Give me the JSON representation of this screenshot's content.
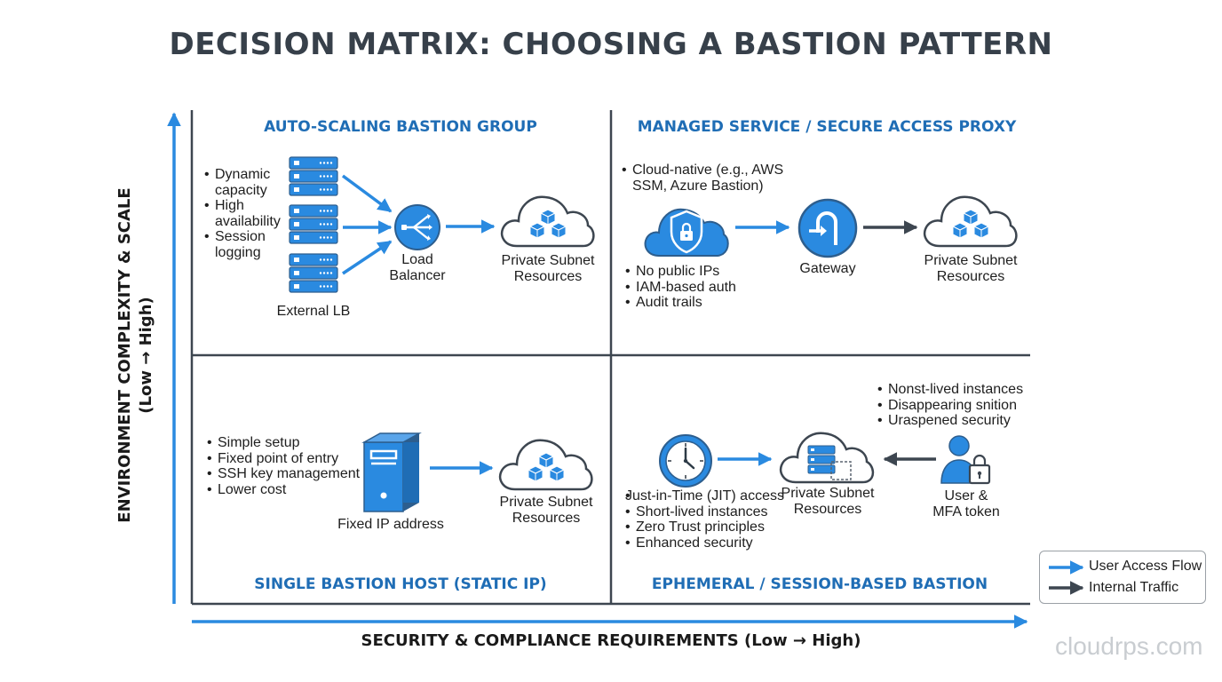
{
  "title": "DECISION MATRIX: CHOOSING A BASTION PATTERN",
  "axes": {
    "y_label_line1": "ENVIRONMENT COMPLEXITY & SCALE",
    "y_label_line2": "(Low → High)",
    "x_label": "SECURITY & COMPLIANCE REQUIREMENTS (Low → High)"
  },
  "quadrants": {
    "top_left": {
      "title": "AUTO-SCALING BASTION GROUP",
      "bullets": [
        "Dynamic\ncapacity",
        "High\navailability",
        "Session\nlogging"
      ],
      "server_label": "External LB",
      "lb_label": "Load\nBalancer",
      "resources_label": "Private Subnet\nResources"
    },
    "top_right": {
      "title": "MANAGED SERVICE / SECURE ACCESS PROXY",
      "bullets_top": [
        "Cloud-native (e.g., AWS\nSSM, Azure Bastion)"
      ],
      "bullets_bottom": [
        "No public IPs",
        "IAM-based auth",
        "Audit trails"
      ],
      "gateway_label": "Gateway",
      "resources_label": "Private Subnet\nResources"
    },
    "bottom_left": {
      "title": "SINGLE BASTION HOST (STATIC IP)",
      "bullets": [
        "Simple setup",
        "Fixed point of entry",
        "SSH key management",
        "Lower cost"
      ],
      "server_label": "Fixed IP address",
      "resources_label": "Private Subnet\nResources"
    },
    "bottom_right": {
      "title": "EPHEMERAL / SESSION-BASED BASTION",
      "bullets_top": [
        "Nonst-lived instances",
        "Disappearing snition",
        "Uraspened security"
      ],
      "bullets_bottom": [
        "Just-in-Time (JIT) access",
        "Short-lived instances",
        "Zero Trust principles",
        "Enhanced security"
      ],
      "resources_label": "Private Subnet\nResources",
      "user_label": "User &\nMFA token"
    }
  },
  "legend": {
    "items": [
      {
        "label": "User Access Flow",
        "color": "#2a8ae0"
      },
      {
        "label": "Internal Traffic",
        "color": "#3d4650"
      }
    ]
  },
  "colors": {
    "accent": "#2a8ae0",
    "axis": "#37404a",
    "title": "#1f6db5"
  },
  "icons": [
    "server-rack-icon",
    "load-balancer-icon",
    "cloud-resources-icon",
    "shield-lock-icon",
    "gateway-icon",
    "server-tower-icon",
    "clock-icon",
    "user-lock-icon"
  ],
  "watermark": "cloudrps.com"
}
